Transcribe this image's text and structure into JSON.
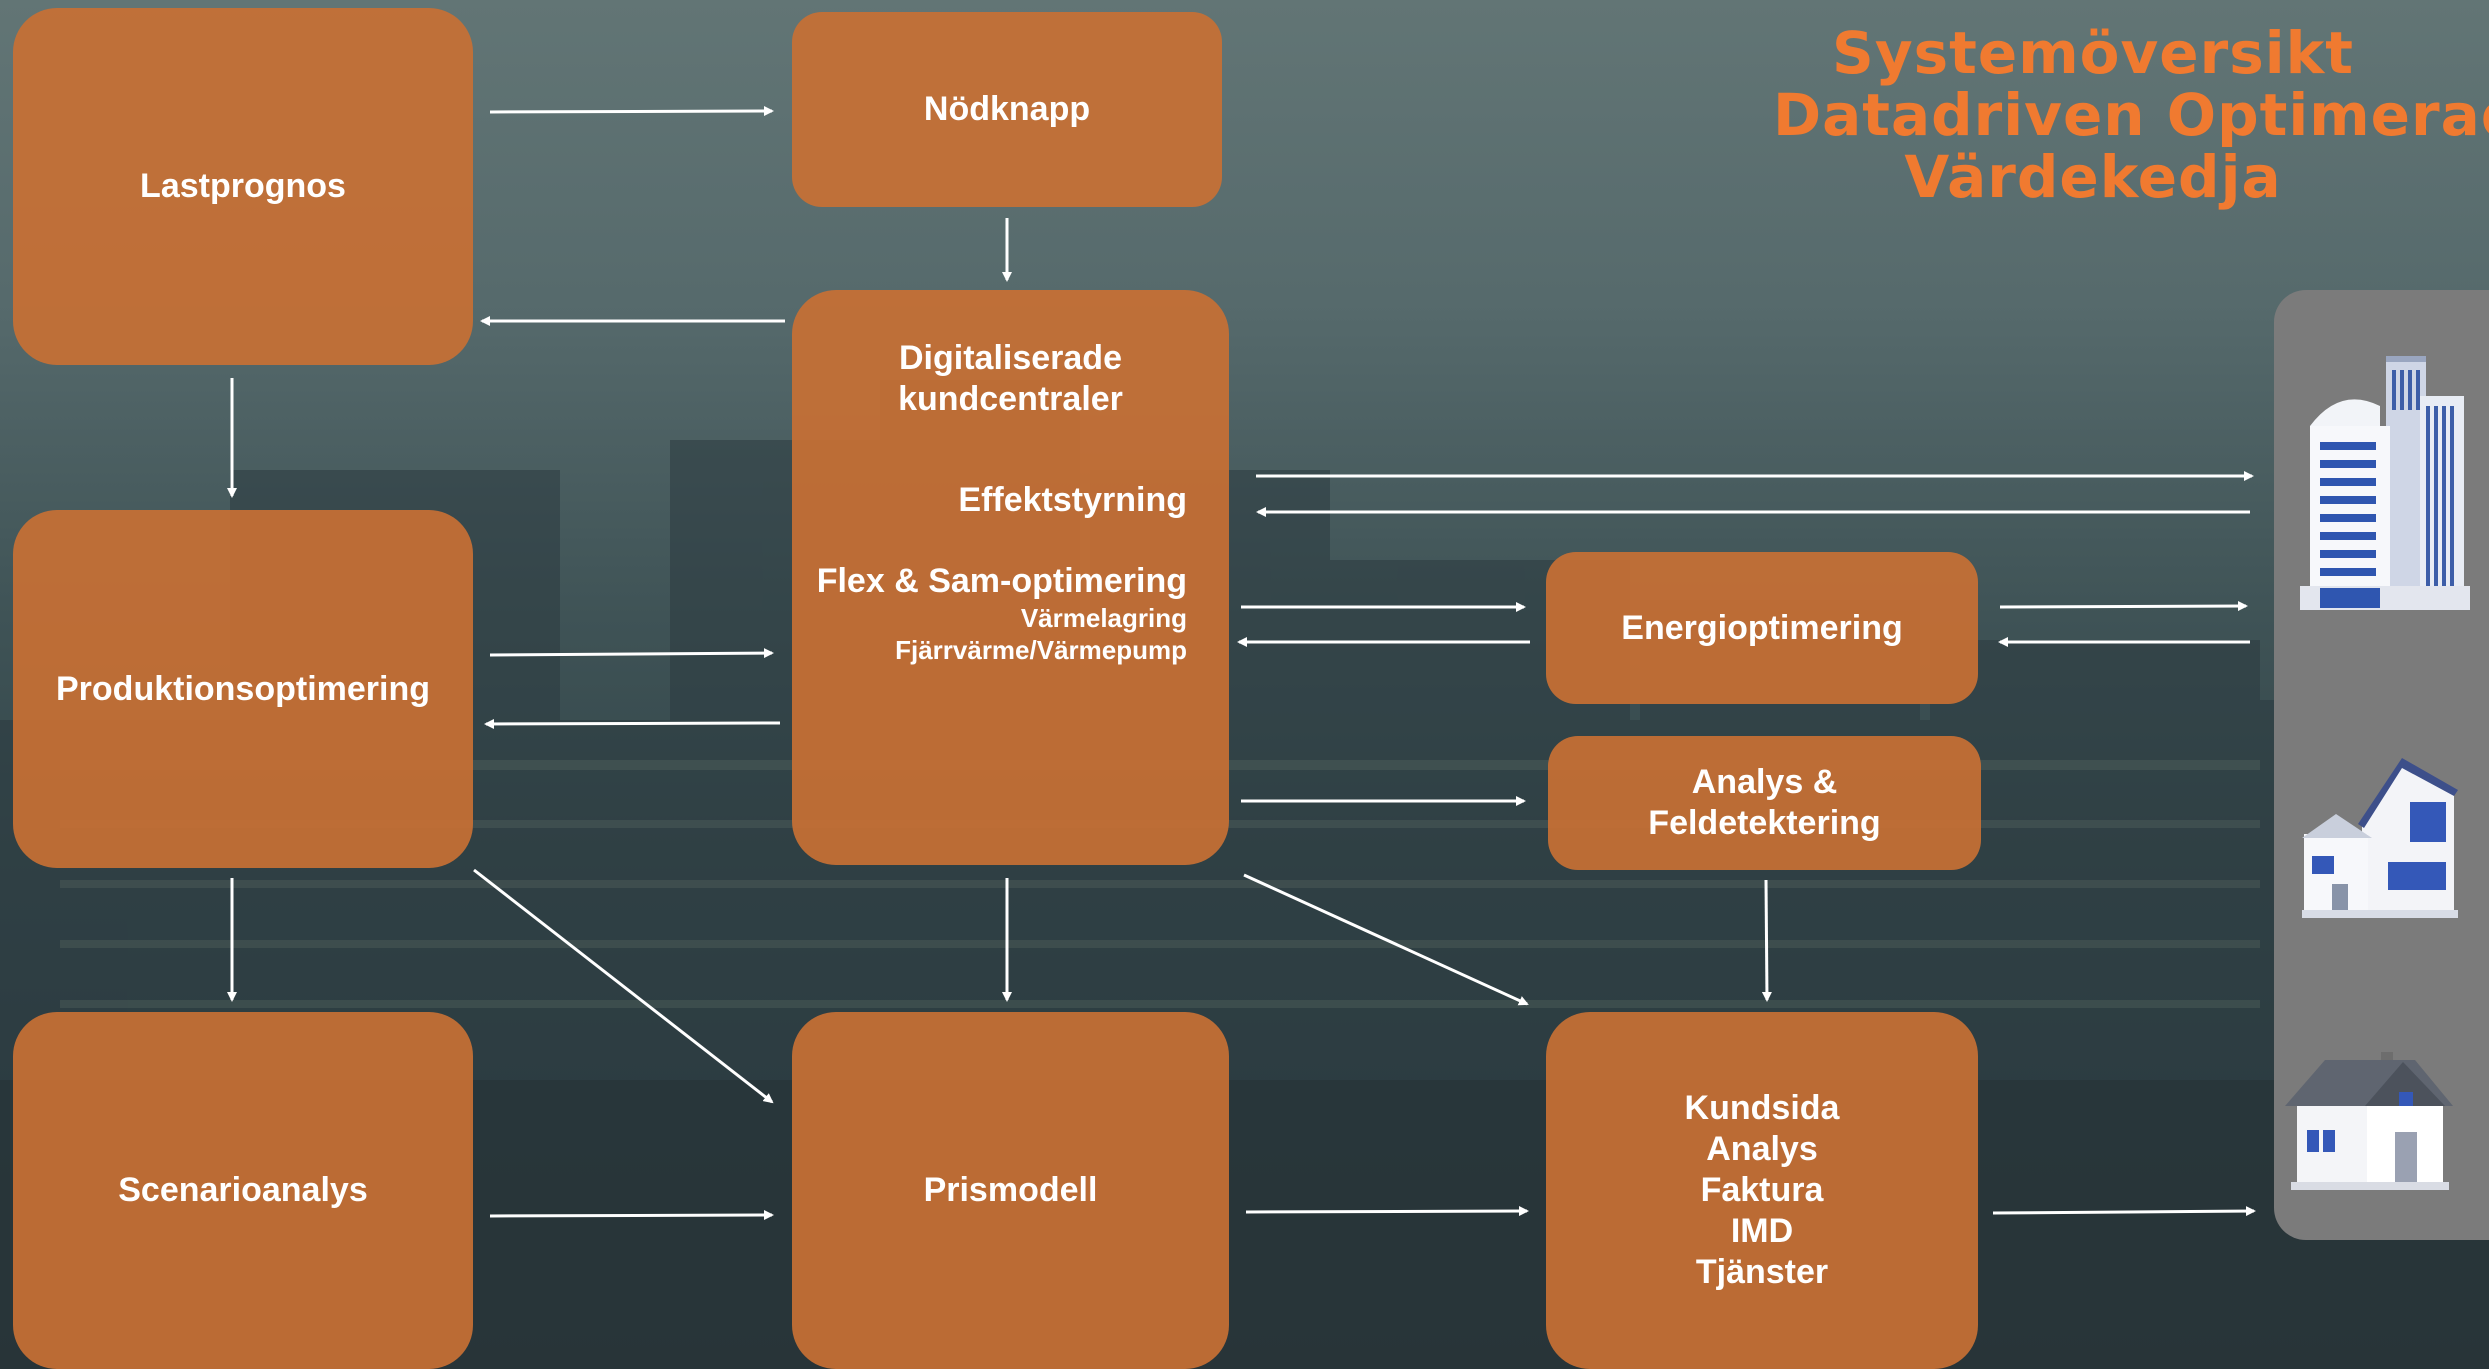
{
  "title": {
    "line1": "Systemöversikt",
    "line2": "Datadriven Optimerad",
    "line3": "Värdekedja"
  },
  "boxes": {
    "lastprognos": "Lastprognos",
    "nodknapp": "Nödknapp",
    "digital": {
      "line1": "Digitaliserade",
      "line2": "kundcentraler",
      "effekt": "Effektstyrning",
      "flex": "Flex & Sam-optimering",
      "varmelagring": "Värmelagring",
      "fjarrvarme": "Fjärrvärme/Värmepump"
    },
    "produktion": "Produktionsoptimering",
    "energi": "Energioptimering",
    "analys": {
      "line1": "Analys &",
      "line2": "Feldetektering"
    },
    "scenario": "Scenarioanalys",
    "prismodell": "Prismodell",
    "kundsida": {
      "line1": "Kundsida",
      "line2": "Analys",
      "line3": "Faktura",
      "line4": "IMD",
      "line5": "Tjänster"
    }
  },
  "icons": [
    "office-building-icon",
    "modern-villa-icon",
    "house-icon"
  ],
  "colors": {
    "accent": "#f07a30",
    "box": "#c87034",
    "panel": "#7b7b7b"
  }
}
